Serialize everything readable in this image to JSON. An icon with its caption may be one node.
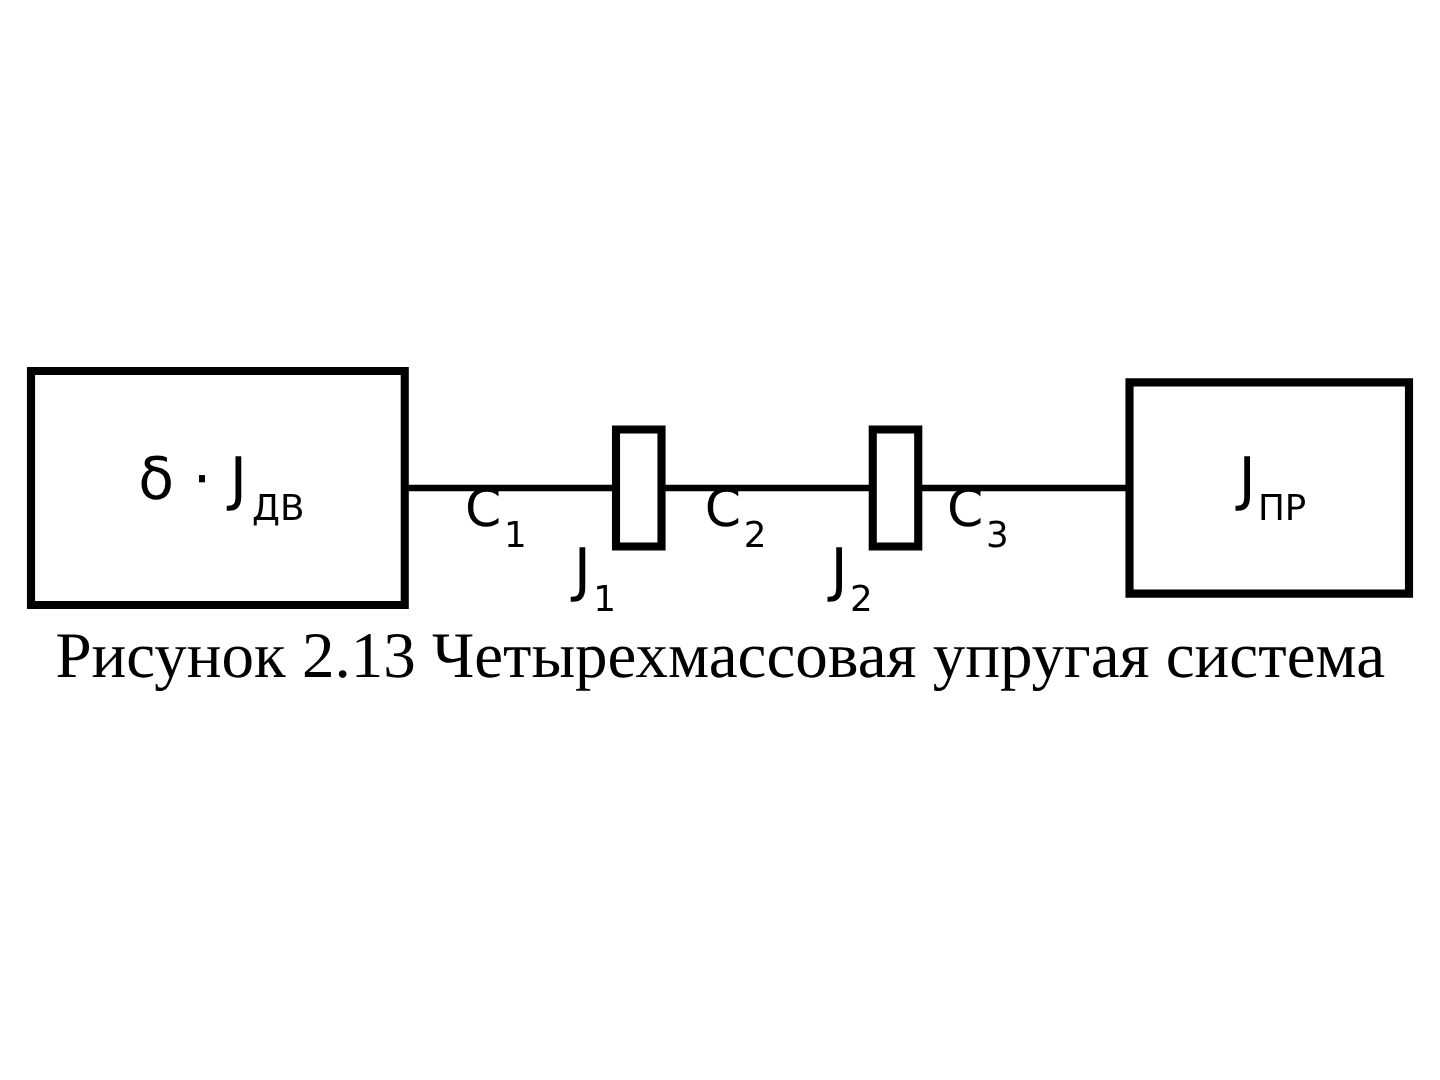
{
  "diagram": {
    "caption": "Рисунок 2.13 Четырехмассовая упругая система",
    "nodes": [
      {
        "text": [
          "δ · J$_{ДВ}$"
        ]
      },
      {
        "text": [],
        "shape": "box",
        "beside": [
          "J$_{1}$"
        ]
      },
      {
        "text": [],
        "shape": "box",
        "beside": [
          "J$_{2}$"
        ]
      },
      {
        "text": [
          "J$_{ПР}$"
        ]
      }
    ],
    "edges": [
      {
        "from": 0,
        "to": 1,
        "arrow": "none",
        "label": "C$_{1}$"
      },
      {
        "from": 1,
        "to": 2,
        "arrow": "none",
        "label": "C$_{2}$"
      },
      {
        "from": 2,
        "to": 3,
        "arrow": "none",
        "label": "C$_{3}$"
      }
    ]
  }
}
